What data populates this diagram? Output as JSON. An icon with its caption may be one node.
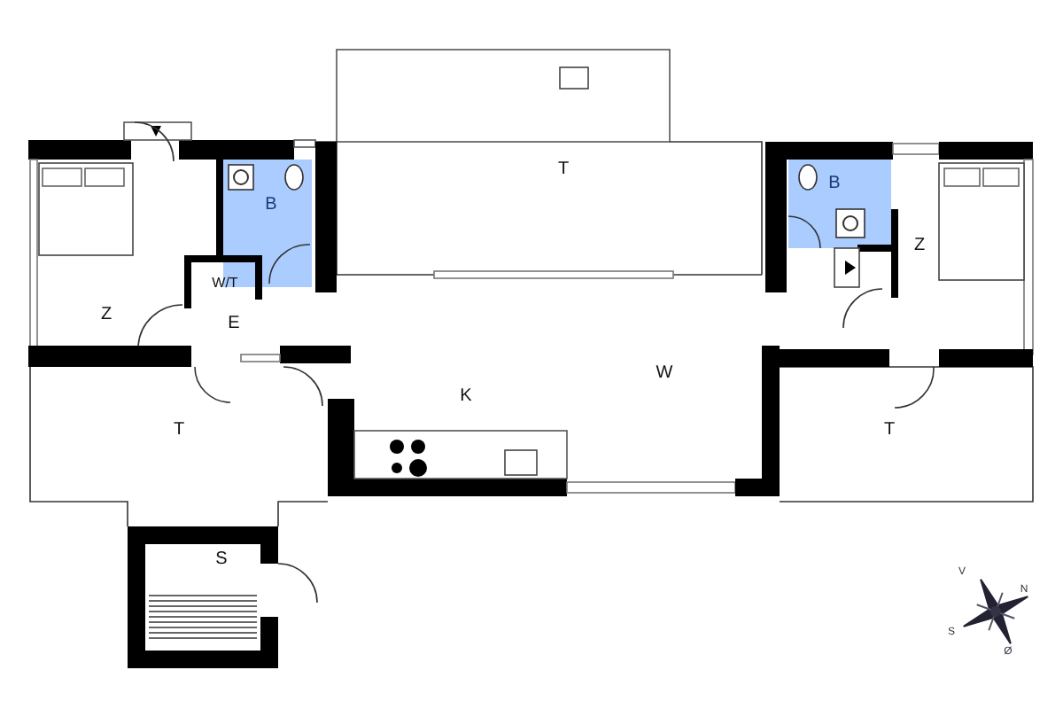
{
  "diagram": {
    "labels": [
      "T",
      "B",
      "B",
      "Z",
      "W/T",
      "Z",
      "E",
      "W",
      "K",
      "T",
      "T",
      "S",
      "V",
      "N",
      "S",
      "Ø"
    ]
  }
}
